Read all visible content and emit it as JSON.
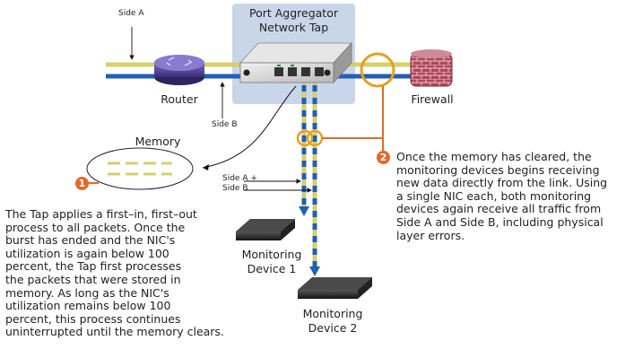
{
  "labels": {
    "side_a": "Side A",
    "side_b": "Side B",
    "tap_title_1": "Port Aggregator",
    "tap_title_2": "Network Tap",
    "router": "Router",
    "firewall": "Firewall",
    "memory": "Memory",
    "side_ab_1": "Side A +",
    "side_ab_2": "Side B",
    "device1_1": "Monitoring",
    "device1_2": "Device 1",
    "device2_1": "Monitoring",
    "device2_2": "Device 2"
  },
  "callouts": [
    {
      "number": "1",
      "lines": [
        "The Tap applies a first–in, first–out",
        "process to all packets. Once the",
        "burst has ended and the NIC's",
        "utilization is again below 100",
        "percent, the Tap first processes",
        "the packets that were stored in",
        "memory. As long as the NIC's",
        "utilization remains below 100",
        "percent, this process continues",
        "uninterrupted until the memory clears."
      ]
    },
    {
      "number": "2",
      "lines": [
        "Once the memory has cleared, the",
        "monitoring devices begins receiving",
        "new data directly from the link. Using",
        "a single NIC each, both monitoring",
        "devices again receive all traffic from",
        "Side A and Side B, including physical",
        "layer errors."
      ]
    }
  ],
  "colors": {
    "side_a_line": "#d4d06a",
    "side_b_line": "#1f5fb5",
    "tap_panel": "#c9d6ea",
    "callout": "#e06a28",
    "firewall": "#b0485a",
    "router": "#5a4a9a"
  },
  "icons": [
    "router-icon",
    "firewall-icon",
    "network-tap-icon",
    "monitoring-device-icon",
    "memory-icon"
  ]
}
